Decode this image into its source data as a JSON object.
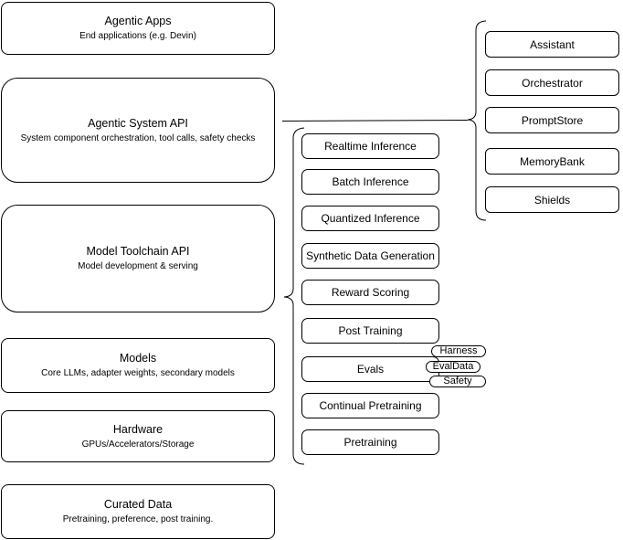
{
  "colors": {
    "stroke": "#000000",
    "canvas": "#ffffff",
    "text": "#000000"
  },
  "stack": {
    "nodes": [
      {
        "title": "Agentic Apps",
        "subtitle": "End applications (e.g. Devin)"
      },
      {
        "title": "Agentic System API",
        "subtitle": "System component orchestration, tool calls, safety checks"
      },
      {
        "title": "Model Toolchain API",
        "subtitle": "Model development & serving"
      },
      {
        "title": "Models",
        "subtitle": "Core LLMs, adapter weights, secondary models"
      },
      {
        "title": "Hardware",
        "subtitle": "GPUs/Accelerators/Storage"
      },
      {
        "title": "Curated Data",
        "subtitle": "Pretraining, preference, post training."
      }
    ]
  },
  "toolchain_group": {
    "items": [
      "Realtime Inference",
      "Batch Inference",
      "Quantized Inference",
      "Synthetic Data Generation",
      "Reward Scoring",
      "Post Training",
      "Evals",
      "Continual Pretraining",
      "Pretraining"
    ],
    "evals_badges": [
      "Harness",
      "EvalData",
      "Safety"
    ]
  },
  "system_group": {
    "items": [
      "Assistant",
      "Orchestrator",
      "PromptStore",
      "MemoryBank",
      "Shields"
    ]
  }
}
